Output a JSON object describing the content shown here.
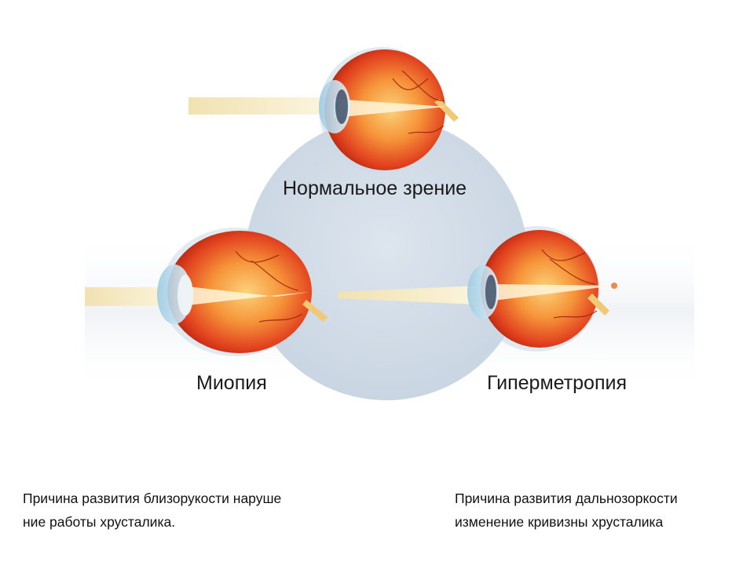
{
  "labels": {
    "normal": "Нормальное зрение",
    "myopia": "Миопия",
    "hyperopia": "Гиперметропия"
  },
  "captions": {
    "myopia": {
      "line1": "Причина развития близорукости наруше",
      "line2": "ние работы хрусталика."
    },
    "hyperopia": {
      "line1": "Причина развития дальнозоркости",
      "line2": "изменение кривизны хрусталика"
    }
  },
  "colors": {
    "background_circle": "#cfdae5",
    "light_beam": "#f3e6b8",
    "eyeball": "#e0391c",
    "retina": "#f6a23c",
    "cornea": "#bfe0f0",
    "focus_point": "#f08a4b"
  }
}
